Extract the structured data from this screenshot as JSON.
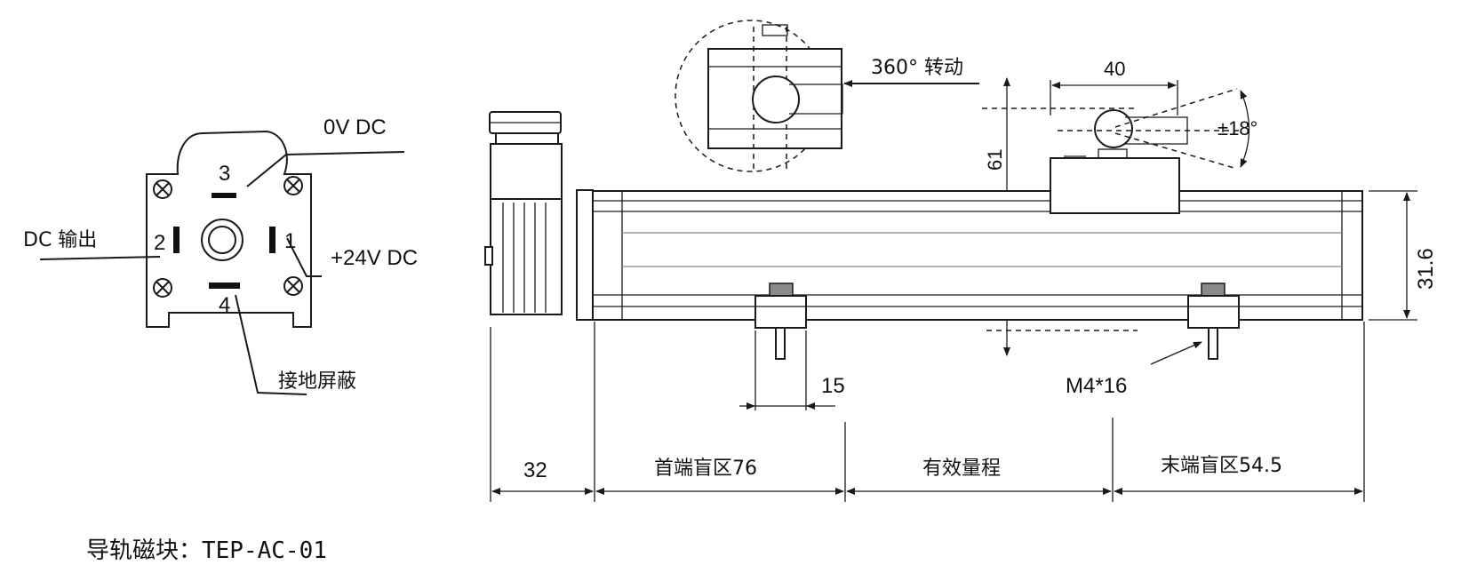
{
  "connector": {
    "pins": [
      {
        "number": "3",
        "label": "0V DC"
      },
      {
        "number": "2",
        "label": "DC 输出"
      },
      {
        "number": "1",
        "label": "+24V DC"
      },
      {
        "number": "4",
        "label": "接地屏蔽"
      }
    ]
  },
  "magnet_detail": {
    "rotation_label": "360° 转动"
  },
  "side_view": {
    "width_label": "40",
    "height_label": "61",
    "tilt_label": "±18°"
  },
  "main_view": {
    "height_label": "31.6",
    "bolt_spacing_label": "15",
    "screw_label": "M4*16",
    "segments": [
      {
        "label": "32"
      },
      {
        "label": "首端盲区76"
      },
      {
        "label": "有效量程"
      },
      {
        "label": "末端盲区54.5"
      }
    ]
  },
  "footer": {
    "rail_magnet_label": "导轨磁块：TEP-AC-01"
  }
}
